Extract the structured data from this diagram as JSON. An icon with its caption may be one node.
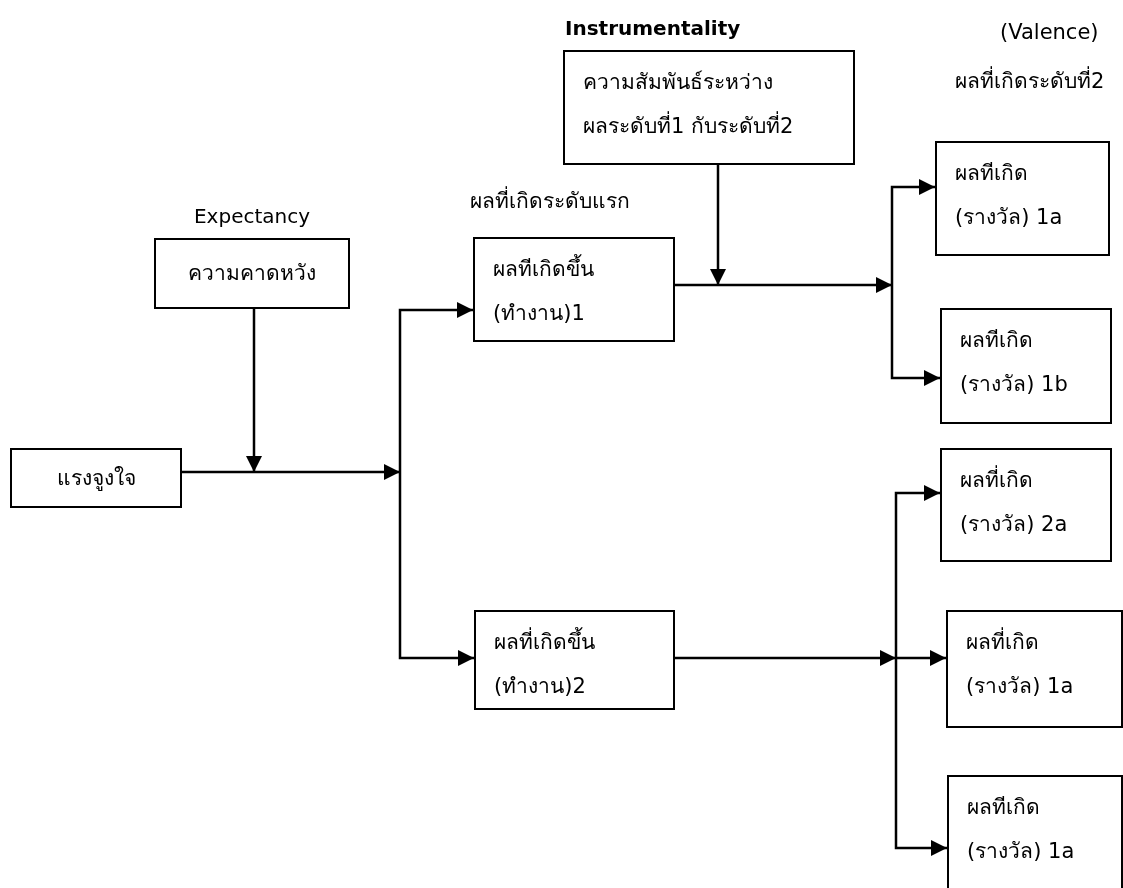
{
  "diagram": {
    "nodes": [
      {
        "text": [
          "แรงจูงใจ"
        ]
      },
      {
        "text": [
          "Expectancy",
          "ความคาดหวัง"
        ]
      },
      {
        "text": [
          "ผลทีเกิดขึ้น (ทำงาน)1"
        ]
      },
      {
        "text": [
          "ผลที่เกิดขึ้น (ทำงาน)2"
        ]
      },
      {
        "text": [
          "Instrumentality",
          "ความสัมพันธ์ระหว่าง ผลระดับที่1 กับระดับที่2"
        ]
      },
      {
        "text": [
          "ผลทีเกิด (รางวัล) 1a"
        ]
      },
      {
        "text": [
          "ผลทีเกิด (รางวัล) 1b"
        ]
      },
      {
        "text": [
          "ผลที่เกิด (รางวัล) 2a"
        ]
      },
      {
        "text": [
          "ผลที่เกิด (รางวัล) 1a"
        ]
      },
      {
        "text": [
          "ผลทีเกิด (รางวัล) 1a"
        ]
      }
    ],
    "edges": [
      {
        "from": 1,
        "to": null,
        "arrow": "to"
      },
      {
        "from": 0,
        "to": 2,
        "arrow": "to"
      },
      {
        "from": 0,
        "to": 3,
        "arrow": "to"
      },
      {
        "from": 4,
        "to": null,
        "arrow": "to"
      },
      {
        "from": 2,
        "to": 5,
        "arrow": "to"
      },
      {
        "from": 2,
        "to": 6,
        "arrow": "to"
      },
      {
        "from": 3,
        "to": 7,
        "arrow": "to"
      },
      {
        "from": 3,
        "to": 8,
        "arrow": "to"
      },
      {
        "from": 3,
        "to": 9,
        "arrow": "to"
      }
    ],
    "labels": [
      "(Valence)",
      "ผลที่เกิดระดับที่2",
      "ผลที่เกิดระดับแรก"
    ]
  }
}
